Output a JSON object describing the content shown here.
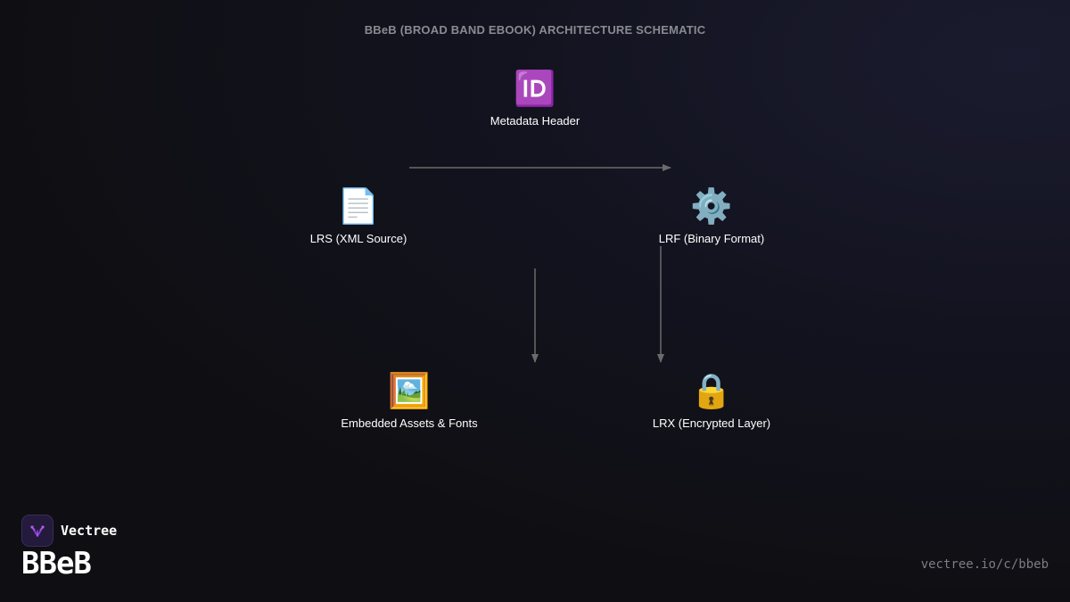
{
  "title": "BBeB (BROAD BAND EBOOK) ARCHITECTURE SCHEMATIC",
  "nodes": {
    "metadata": {
      "icon": "🆔",
      "icon_name": "id-icon",
      "label": "Metadata Header"
    },
    "lrs": {
      "icon": "📄",
      "icon_name": "document-icon",
      "label": "LRS (XML Source)"
    },
    "lrf": {
      "icon": "⚙️",
      "icon_name": "gear-icon",
      "label": "LRF (Binary Format)"
    },
    "assets": {
      "icon": "🖼️",
      "icon_name": "picture-icon",
      "label": "Embedded Assets & Fonts"
    },
    "lrx": {
      "icon": "🔒",
      "icon_name": "lock-icon",
      "label": "LRX (Encrypted Layer)"
    }
  },
  "edges": [
    {
      "from": "LRS (XML Source)",
      "to": "LRF (Binary Format)"
    },
    {
      "from": "Metadata Header",
      "to": "Embedded Assets & Fonts"
    },
    {
      "from": "LRF (Binary Format)",
      "to": "LRX (Encrypted Layer)"
    }
  ],
  "colors": {
    "background": "#0f0f13",
    "arrow": "#6b6b6b",
    "title": "#8a8a90",
    "accent": "#8b3fd9"
  },
  "footer": {
    "brand": "Vectree",
    "brand_icon": "vectree-logo-icon",
    "product": "BBeB",
    "url": "vectree.io/c/bbeb"
  }
}
